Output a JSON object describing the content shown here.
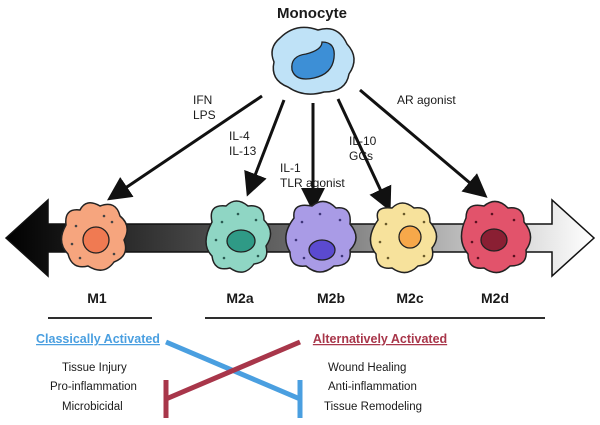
{
  "title": "Monocyte",
  "stimuli": {
    "m1": [
      "IFN",
      "LPS"
    ],
    "m2a": [
      "IL-4",
      "IL-13"
    ],
    "m2b": [
      "IL-1",
      "TLR agonist"
    ],
    "m2c": [
      "IL-10",
      "GCs"
    ],
    "m2d": [
      "AR agonist"
    ]
  },
  "subtypes": {
    "m1": "M1",
    "m2a": "M2a",
    "m2b": "M2b",
    "m2c": "M2c",
    "m2d": "M2d"
  },
  "left_group": {
    "title": "Classically Activated",
    "items": [
      "Tissue Injury",
      "Pro-inflammation",
      "Microbicidal"
    ]
  },
  "right_group": {
    "title": "Alternatively Activated",
    "items": [
      "Wound Healing",
      "Anti-inflammation",
      "Tissue Remodeling"
    ]
  },
  "colors": {
    "classical": "#4a9fe0",
    "alternative": "#a8364a",
    "m1_cell": "#f6a57e",
    "m2a_cell": "#8fd6c4",
    "m2b_cell": "#a99be6",
    "m2c_cell": "#f7e29c",
    "m2d_cell": "#e2536b",
    "monocyte_cell": "#bfe2f7"
  }
}
